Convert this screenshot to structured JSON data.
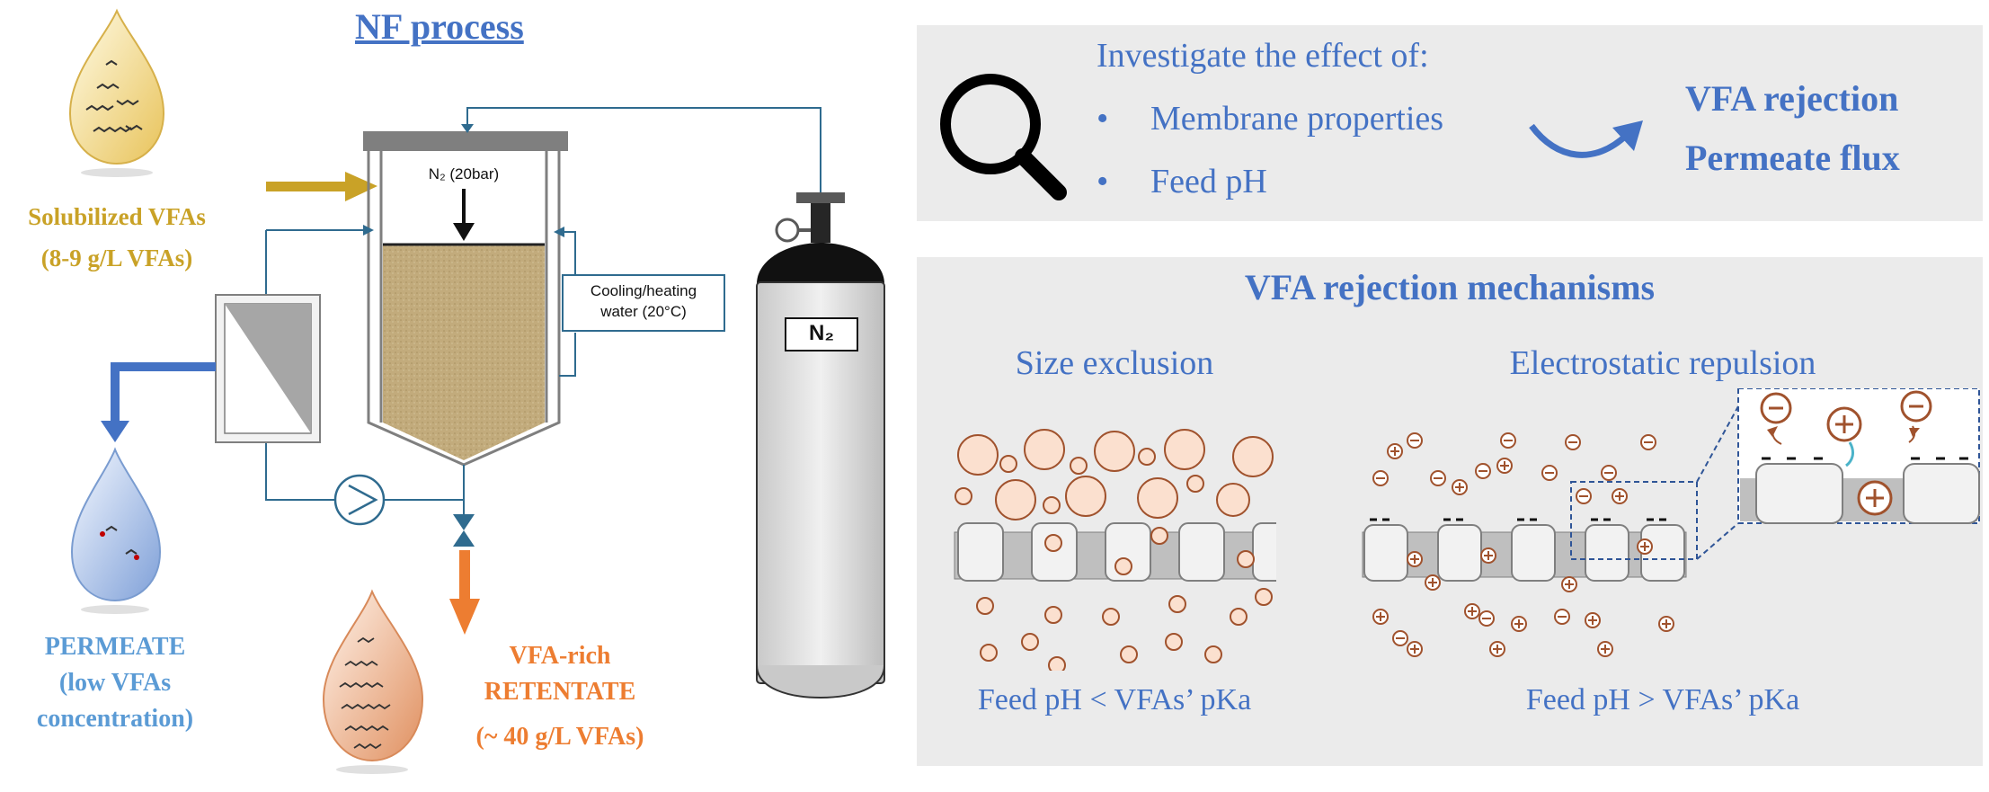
{
  "process": {
    "title": "NF process",
    "feed_label_line1": "Solubilized VFAs",
    "feed_label_line2": "(8-9 g/L VFAs)",
    "n2_pressure": "N₂ (20bar)",
    "cooling_label_line1": "Cooling/heating",
    "cooling_label_line2": "water (20°C)",
    "tank_label": "N₂",
    "permeate_line1": "PERMEATE",
    "permeate_line2": "(low VFAs",
    "permeate_line3": "concentration)",
    "retentate_line1": "VFA-rich",
    "retentate_line2": "RETENTATE",
    "retentate_line3": "(~ 40 g/L VFAs)"
  },
  "investigate": {
    "heading": "Investigate the effect of:",
    "bullets": [
      "Membrane properties",
      "Feed pH"
    ],
    "outcomes": [
      "VFA rejection",
      "Permeate flux"
    ]
  },
  "mechanisms": {
    "heading": "VFA rejection mechanisms",
    "size_exclusion": {
      "title": "Size exclusion",
      "caption": "Feed pH < VFAs’ pKa"
    },
    "electrostatic": {
      "title": "Electrostatic repulsion",
      "caption": "Feed pH > VFAs’ pKa"
    }
  },
  "colors": {
    "title_blue": "#4472c4",
    "gold": "#c9a227",
    "orange": "#ed7d31",
    "permeate_blue": "#5b9bd5",
    "ion_brown": "#a0522d",
    "panel_gray": "#ebebeb"
  }
}
